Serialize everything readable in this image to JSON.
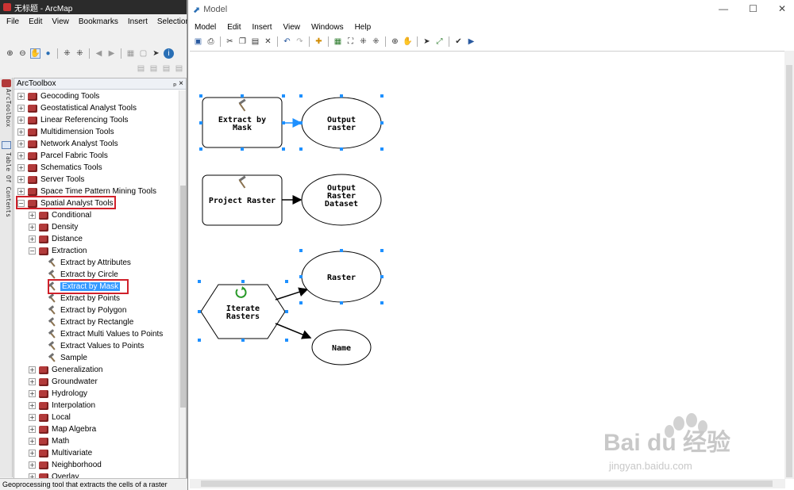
{
  "arcmap": {
    "title": "无标题 - ArcMap",
    "menu": [
      "File",
      "Edit",
      "View",
      "Bookmarks",
      "Insert",
      "Selection"
    ],
    "status_text": "Geoprocessing tool that extracts the cells of a raster"
  },
  "dock_tabs": [
    "ArcToolbox",
    "Table Of Contents"
  ],
  "toolbox": {
    "title": "ArcToolbox",
    "pin_label": "ₚ ×",
    "items": [
      {
        "label": "Geocoding Tools",
        "level": 0,
        "kind": "toolbox",
        "exp": "+"
      },
      {
        "label": "Geostatistical Analyst Tools",
        "level": 0,
        "kind": "toolbox",
        "exp": "+"
      },
      {
        "label": "Linear Referencing Tools",
        "level": 0,
        "kind": "toolbox",
        "exp": "+"
      },
      {
        "label": "Multidimension Tools",
        "level": 0,
        "kind": "toolbox",
        "exp": "+"
      },
      {
        "label": "Network Analyst Tools",
        "level": 0,
        "kind": "toolbox",
        "exp": "+"
      },
      {
        "label": "Parcel Fabric Tools",
        "level": 0,
        "kind": "toolbox",
        "exp": "+"
      },
      {
        "label": "Schematics Tools",
        "level": 0,
        "kind": "toolbox",
        "exp": "+"
      },
      {
        "label": "Server Tools",
        "level": 0,
        "kind": "toolbox",
        "exp": "+"
      },
      {
        "label": "Space Time Pattern Mining Tools",
        "level": 0,
        "kind": "toolbox",
        "exp": "+"
      },
      {
        "label": "Spatial Analyst Tools",
        "level": 0,
        "kind": "toolbox",
        "exp": "−"
      },
      {
        "label": "Conditional",
        "level": 1,
        "kind": "toolset",
        "exp": "+"
      },
      {
        "label": "Density",
        "level": 1,
        "kind": "toolset",
        "exp": "+"
      },
      {
        "label": "Distance",
        "level": 1,
        "kind": "toolset",
        "exp": "+"
      },
      {
        "label": "Extraction",
        "level": 1,
        "kind": "toolset",
        "exp": "−"
      },
      {
        "label": "Extract by Attributes",
        "level": 2,
        "kind": "tool"
      },
      {
        "label": "Extract by Circle",
        "level": 2,
        "kind": "tool"
      },
      {
        "label": "Extract by Mask",
        "level": 2,
        "kind": "tool",
        "selected": true
      },
      {
        "label": "Extract by Points",
        "level": 2,
        "kind": "tool"
      },
      {
        "label": "Extract by Polygon",
        "level": 2,
        "kind": "tool"
      },
      {
        "label": "Extract by Rectangle",
        "level": 2,
        "kind": "tool"
      },
      {
        "label": "Extract Multi Values to Points",
        "level": 2,
        "kind": "tool"
      },
      {
        "label": "Extract Values to Points",
        "level": 2,
        "kind": "tool"
      },
      {
        "label": "Sample",
        "level": 2,
        "kind": "tool"
      },
      {
        "label": "Generalization",
        "level": 1,
        "kind": "toolset",
        "exp": "+"
      },
      {
        "label": "Groundwater",
        "level": 1,
        "kind": "toolset",
        "exp": "+"
      },
      {
        "label": "Hydrology",
        "level": 1,
        "kind": "toolset",
        "exp": "+"
      },
      {
        "label": "Interpolation",
        "level": 1,
        "kind": "toolset",
        "exp": "+"
      },
      {
        "label": "Local",
        "level": 1,
        "kind": "toolset",
        "exp": "+"
      },
      {
        "label": "Map Algebra",
        "level": 1,
        "kind": "toolset",
        "exp": "+"
      },
      {
        "label": "Math",
        "level": 1,
        "kind": "toolset",
        "exp": "+"
      },
      {
        "label": "Multivariate",
        "level": 1,
        "kind": "toolset",
        "exp": "+"
      },
      {
        "label": "Neighborhood",
        "level": 1,
        "kind": "toolset",
        "exp": "+"
      },
      {
        "label": "Overlay",
        "level": 1,
        "kind": "toolset",
        "exp": "+"
      }
    ]
  },
  "model": {
    "title": "Model",
    "window_controls": [
      "—",
      "☐",
      "✕"
    ],
    "menu": [
      "Model",
      "Edit",
      "Insert",
      "View",
      "Windows",
      "Help"
    ],
    "nodes": {
      "extract_by_mask": "Extract by Mask",
      "output_raster": "Output raster",
      "project_raster": "Project Raster",
      "output_raster_dataset": "Output Raster Dataset",
      "iterate_rasters": "Iterate Rasters",
      "raster": "Raster",
      "name": "Name"
    }
  },
  "watermark": {
    "brand": "Bai du 经验",
    "url": "jingyan.baidu.com"
  },
  "colors": {
    "selection_blue": "#3399ff",
    "highlight_red": "#d0202a",
    "toolbox_red": "#b23a3a",
    "handle_blue": "#1e90ff"
  }
}
